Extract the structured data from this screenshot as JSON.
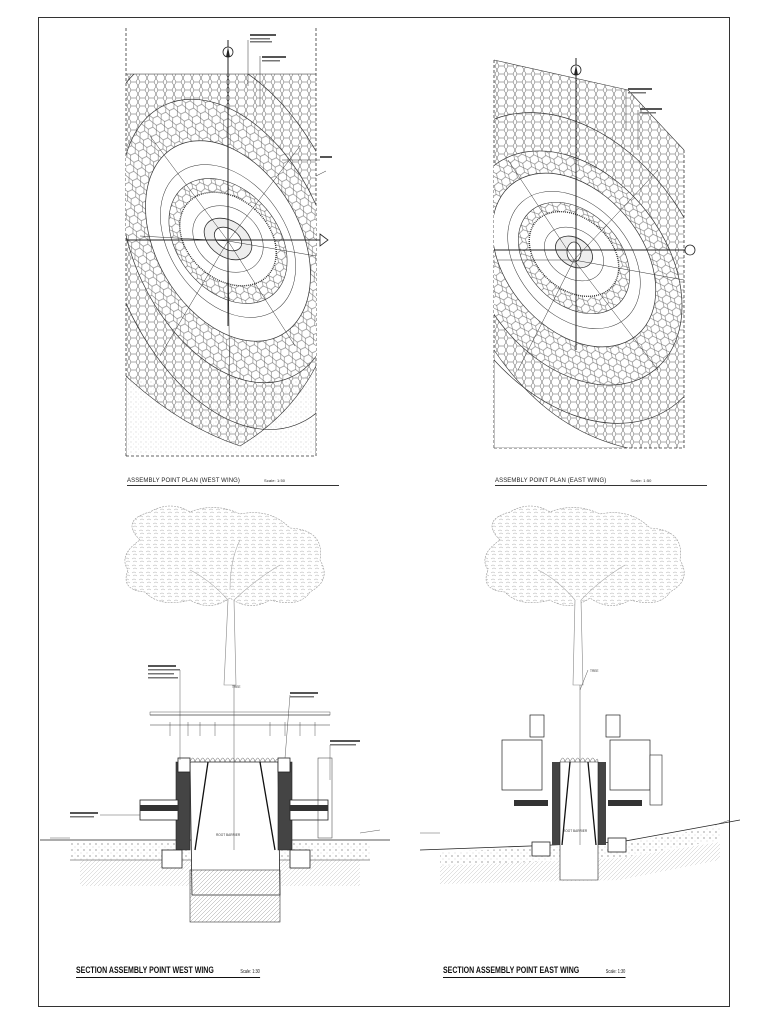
{
  "plans": [
    {
      "id": "west",
      "title": "ASSEMBLY POINT PLAN (WEST WING)",
      "scale": "Scale: 1:50"
    },
    {
      "id": "east",
      "title": "ASSEMBLY POINT PLAN (EAST WING)",
      "scale": "Scale: 1:50"
    }
  ],
  "sections": [
    {
      "id": "west",
      "title": "SECTION ASSEMBLY POINT WEST WING",
      "scale": "Scale: 1:30",
      "tree_tag": "TREE",
      "label": "ROOT BARRIER"
    },
    {
      "id": "east",
      "title": "SECTION ASSEMBLY POINT EAST WING",
      "scale": "Scale: 1:30",
      "tree_tag": "TREE",
      "label": "ROOT BARRIER"
    }
  ],
  "colors": {
    "line": "#333333",
    "paper": "#ffffff"
  }
}
